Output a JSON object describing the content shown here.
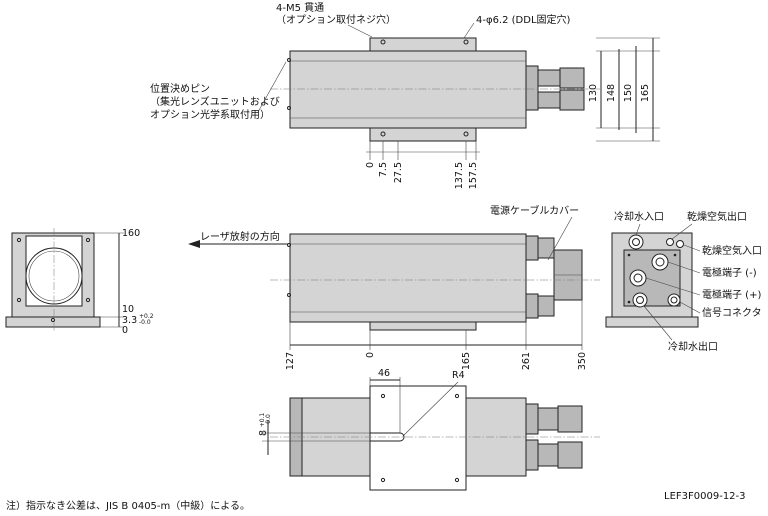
{
  "top_view": {
    "label_m5": "4-M5 貫通",
    "label_m5_sub": "（オプション取付ネジ穴）",
    "label_ddl": "4-φ6.2 (DDL固定穴)",
    "pin_label_1": "位置決めピン",
    "pin_label_2": "（集光レンズユニットおよび",
    "pin_label_3": "オプション光学系取付用）",
    "vdims": [
      "130",
      "148",
      "150",
      "165"
    ],
    "hdims": [
      "0",
      "7.5",
      "27.5",
      "137.5",
      "157.5"
    ]
  },
  "front_view": {
    "dims": [
      "160",
      "10",
      "3.3",
      "0"
    ],
    "tol_upper": "+0.2",
    "tol_lower": "-0.0"
  },
  "side_view": {
    "laser_label": "レーザ放射の方向",
    "cable_cover": "電源ケーブルカバー",
    "hdims": [
      "127",
      "0",
      "165",
      "261",
      "350"
    ]
  },
  "rear_view": {
    "cool_in": "冷却水入口",
    "dry_air_out": "乾燥空気出口",
    "dry_air_in": "乾燥空気入口",
    "elec_neg": "電極端子 (-)",
    "elec_pos": "電極端子 (+)",
    "signal": "信号コネクタ",
    "cool_out": "冷却水出口"
  },
  "bottom_view": {
    "dim_46": "46",
    "r4": "R4",
    "dim_8": "8",
    "tol_upper": "+0.1",
    "tol_lower": "-0.0"
  },
  "footer": {
    "note": "注）指示なき公差は、JIS B 0405-m（中級）による。",
    "drawing_no": "LEF3F0009-12-3"
  }
}
